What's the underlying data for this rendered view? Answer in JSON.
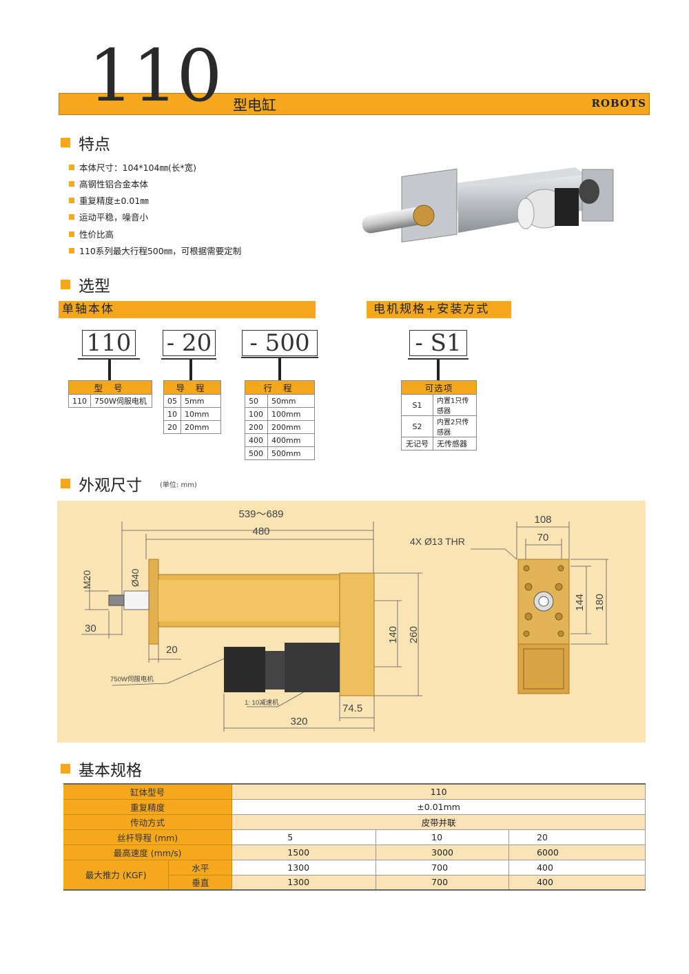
{
  "header": {
    "model_number": "110",
    "subtitle": "型电缸",
    "brand": "ROBOTS"
  },
  "features": {
    "title": "特点",
    "items": [
      "本体尺寸：104*104㎜(长*宽)",
      "高钢性铝合金本体",
      "重复精度±0.01㎜",
      "运动平稳，噪音小",
      "性价比高",
      "110系列最大行程500㎜，可根据需要定制"
    ]
  },
  "selection": {
    "title": "选型",
    "body_bar": "单轴本体",
    "motor_bar": "电机规格+安装方式",
    "codes": [
      "110",
      "- 20",
      "- 500",
      "- S1"
    ],
    "model_table": {
      "header": "型 号",
      "rows": [
        [
          "110",
          "750W伺服电机"
        ]
      ]
    },
    "lead_table": {
      "header": "导 程",
      "rows": [
        [
          "05",
          "5mm"
        ],
        [
          "10",
          "10mm"
        ],
        [
          "20",
          "20mm"
        ]
      ]
    },
    "stroke_table": {
      "header": "行 程",
      "rows": [
        [
          "50",
          "50mm"
        ],
        [
          "100",
          "100mm"
        ],
        [
          "200",
          "200mm"
        ],
        [
          "400",
          "400mm"
        ],
        [
          "500",
          "500mm"
        ]
      ]
    },
    "option_table": {
      "header": "可选项",
      "rows": [
        [
          "S1",
          "内置1只传感器"
        ],
        [
          "S2",
          "内置2只传感器"
        ],
        [
          "无记号",
          "无传感器"
        ]
      ]
    }
  },
  "dimensions": {
    "title": "外观尺寸",
    "unit": "(单位: mm)",
    "labels": {
      "total": "539～689",
      "body": "480",
      "m20": "M20",
      "d40": "Ø40",
      "d30": "30",
      "d20": "20",
      "d140": "140",
      "d260": "260",
      "d745": "74.5",
      "d320": "320",
      "motor": "750W伺服电机",
      "reducer": "1: 10减速机",
      "d108": "108",
      "d70": "70",
      "holes": "4X Ø13  THR",
      "d144": "144",
      "d180": "180"
    }
  },
  "specs": {
    "title": "基本规格",
    "rows": [
      {
        "label": "缸体型号",
        "value": "110"
      },
      {
        "label": "重复精度",
        "value": "±0.01mm"
      },
      {
        "label": "传动方式",
        "value": "皮带并联"
      },
      {
        "label": "丝杆导程 (mm)",
        "values": [
          "5",
          "10",
          "20"
        ]
      },
      {
        "label": "最高速度 (mm/s)",
        "values": [
          "1500",
          "3000",
          "6000"
        ]
      }
    ],
    "thrust": {
      "label": "最大推力 (KGF)",
      "rows": [
        {
          "sub": "水平",
          "values": [
            "1300",
            "700",
            "400"
          ]
        },
        {
          "sub": "垂直",
          "values": [
            "1300",
            "700",
            "400"
          ]
        }
      ]
    }
  }
}
